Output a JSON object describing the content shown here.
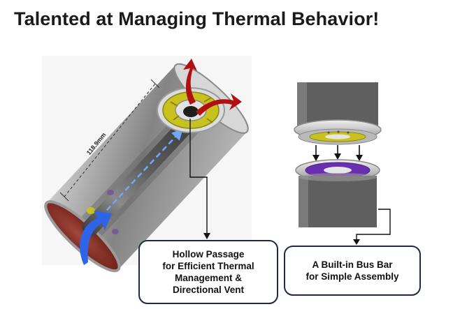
{
  "title": "Talented at Managing Thermal Behavior!",
  "diagram": {
    "dimension_label": "118.9mm",
    "callout_left": {
      "lines": [
        "Hollow Passage",
        "for Efficient Thermal",
        "Management &",
        "Directional Vent"
      ]
    },
    "callout_right": {
      "lines": [
        "A Built-in Bus Bar",
        "for Simple Assembly"
      ]
    }
  },
  "colors": {
    "cell_gray": "#6b6b6b",
    "cell_end_red": "#8a2a22",
    "bus_bar_yellow": "#c9c21e",
    "bus_bar_purple": "#6a2fb0",
    "flow_blue": "#2f63e8",
    "vent_red": "#b01010",
    "callout_border": "#1c2a44"
  }
}
